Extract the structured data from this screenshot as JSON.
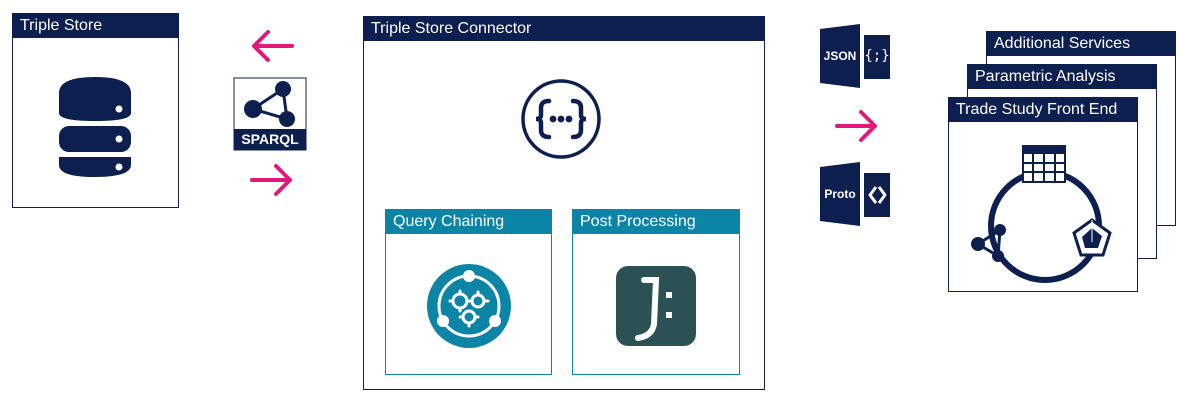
{
  "triple_store": {
    "title": "Triple Store"
  },
  "connector": {
    "title": "Triple Store Connector"
  },
  "query_chaining": {
    "title": "Query Chaining"
  },
  "post_processing": {
    "title": "Post Processing"
  },
  "sparql": {
    "label": "SPARQL"
  },
  "json_format": {
    "label": "JSON",
    "glyph": "{;}"
  },
  "proto_format": {
    "label": "Proto"
  },
  "front_end_stack": {
    "additional": "Additional Services",
    "parametric": "Parametric Analysis",
    "trade_study": "Trade Study Front End"
  },
  "colors": {
    "navy": "#0d1f4e",
    "teal": "#0b84a5",
    "arrow": "#e0197a",
    "jq_green": "#2c5155"
  }
}
